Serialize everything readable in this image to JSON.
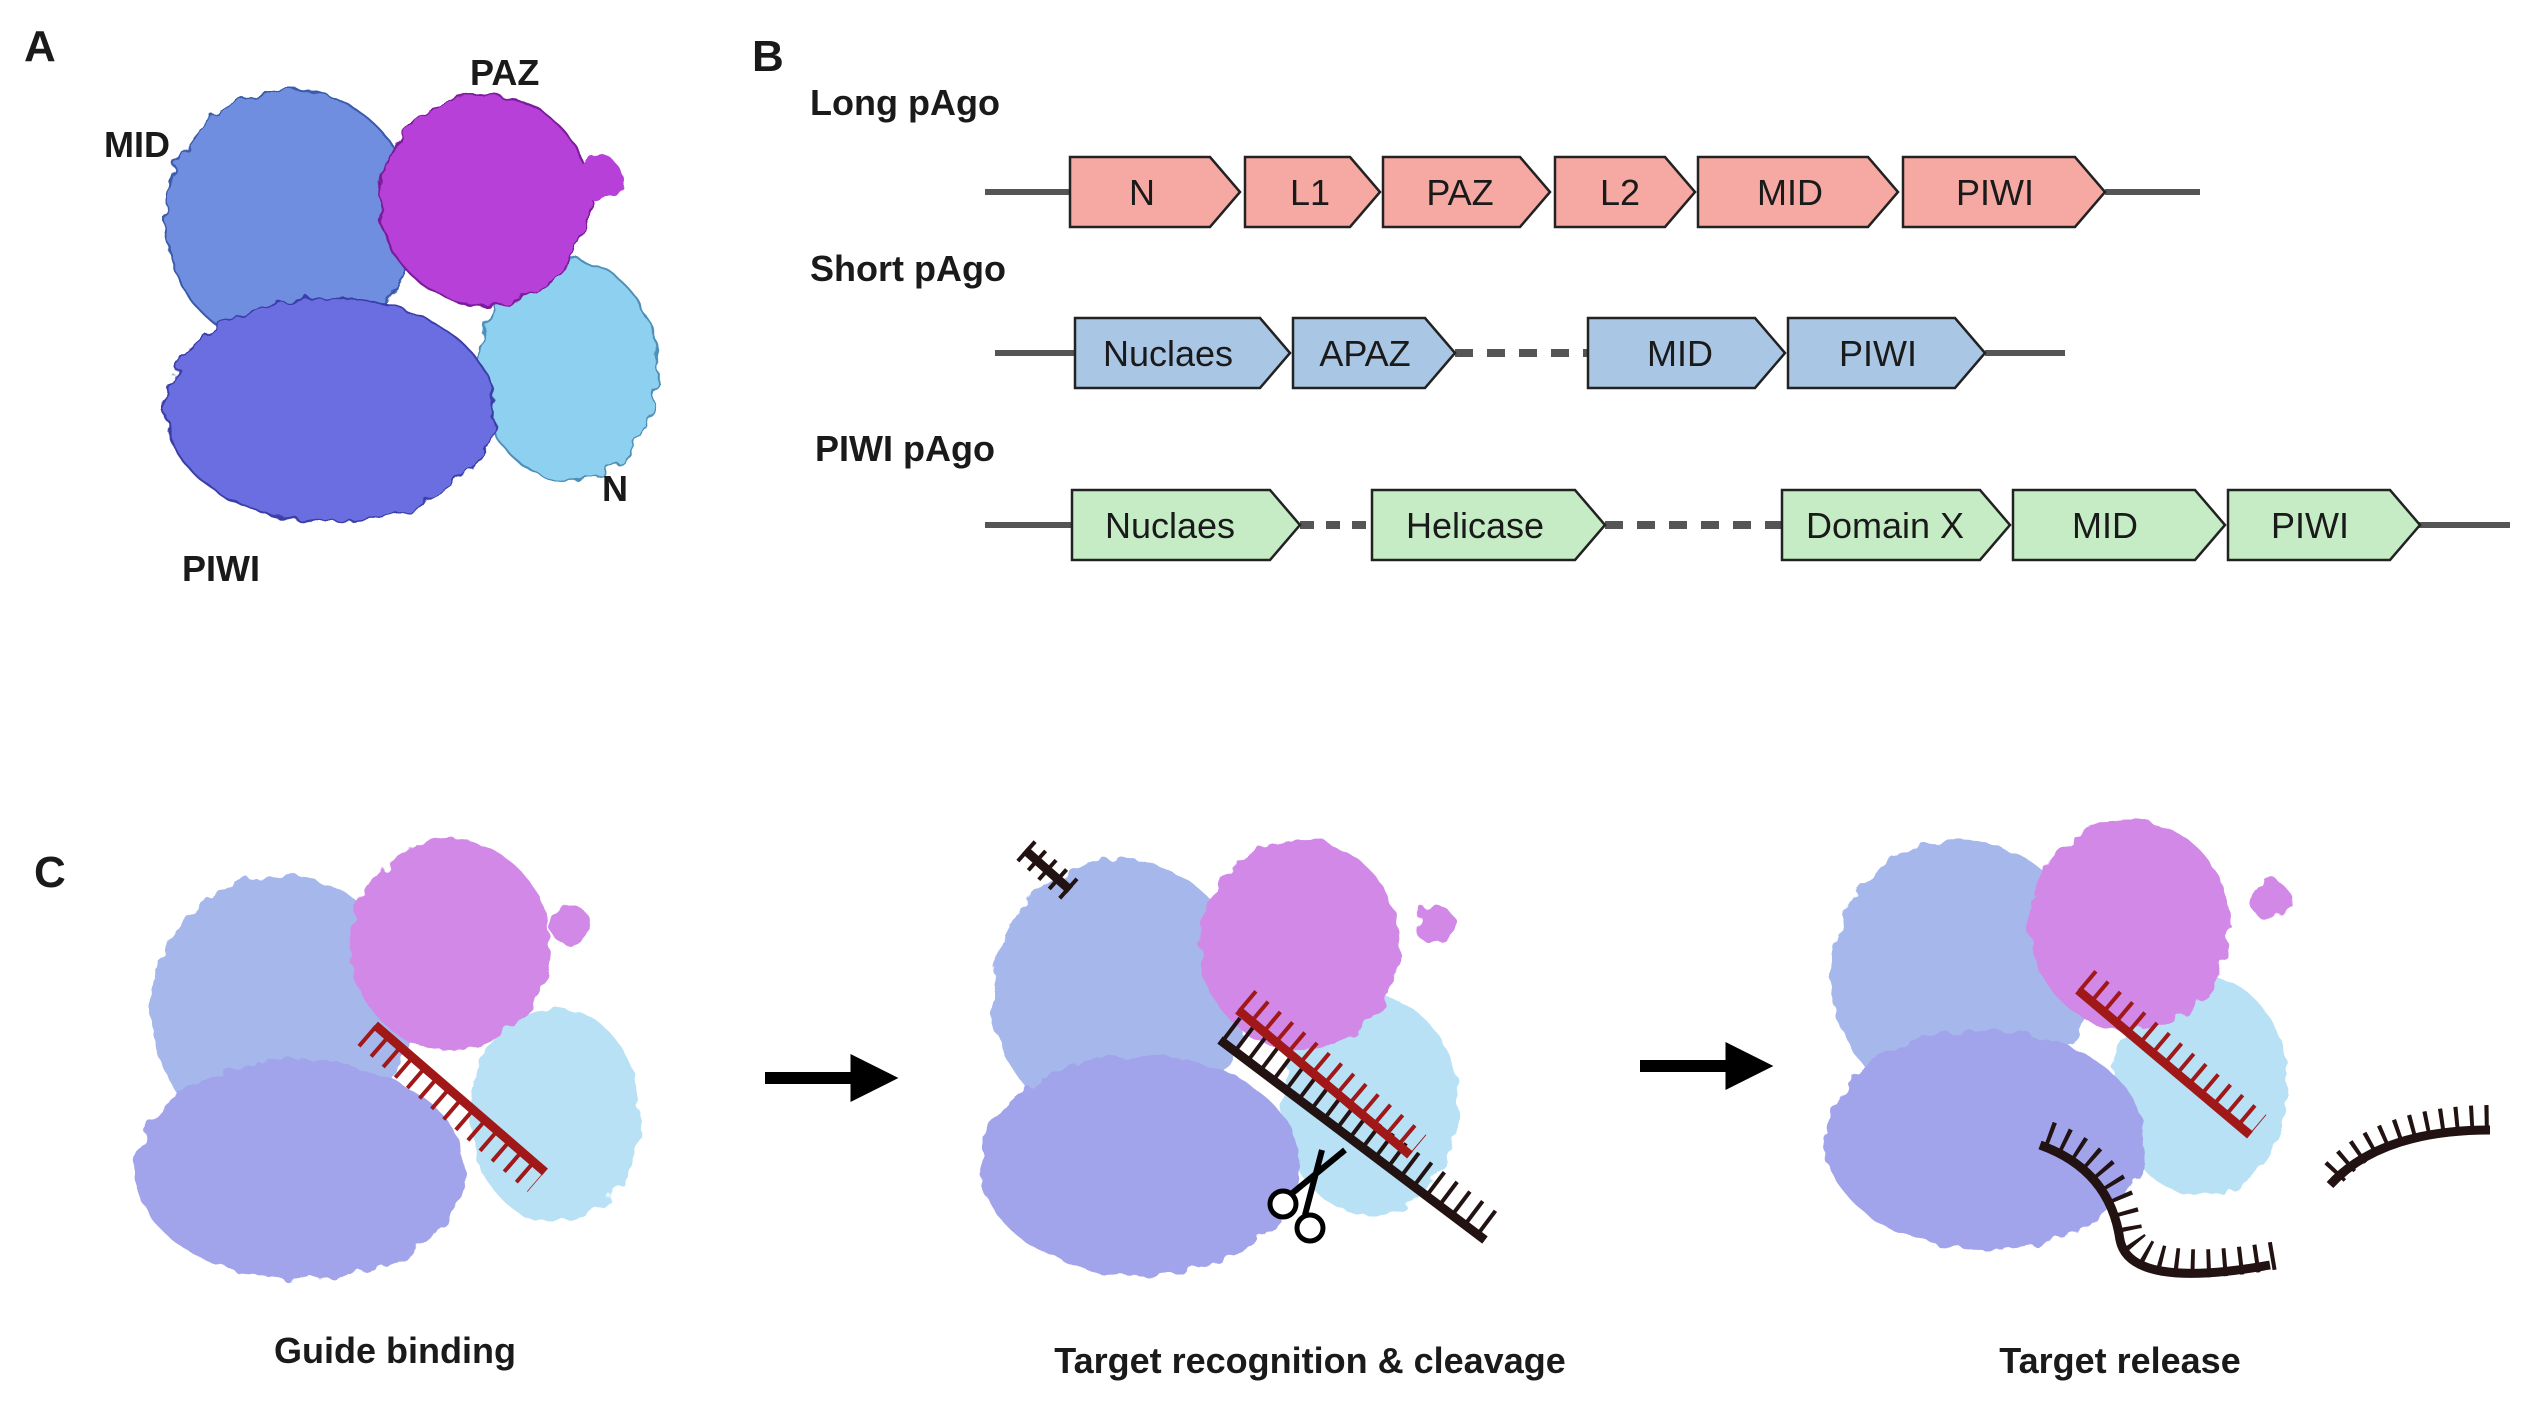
{
  "panels": {
    "a": "A",
    "b": "B",
    "c": "C"
  },
  "structure_labels": {
    "paz": "PAZ",
    "mid": "MID",
    "n": "N",
    "piwi": "PIWI"
  },
  "colors": {
    "mid": "#6f8ee0",
    "paz": "#b640d8",
    "n": "#8ed0ef",
    "piwi": "#6a6ee0",
    "long_domain": "#f6a9a3",
    "short_domain": "#a9c6e4",
    "piwi_domain": "#c6ecc6",
    "guide": "#a01818",
    "target": "#221212"
  },
  "architectures": [
    {
      "name": "Long pAgo",
      "domains": [
        "N",
        "L1",
        "PAZ",
        "L2",
        "MID",
        "PIWI"
      ]
    },
    {
      "name": "Short pAgo",
      "domains": [
        "Nuclaes",
        "APAZ",
        "MID",
        "PIWI"
      ]
    },
    {
      "name": "PIWI pAgo",
      "domains": [
        "Nuclaes",
        "Helicase",
        "Domain X",
        "MID",
        "PIWI"
      ]
    }
  ],
  "steps": [
    "Guide binding",
    "Target recognition & cleavage",
    "Target release"
  ],
  "icons": {
    "arrow": "arrow-right-icon",
    "scissors": "scissors-icon"
  }
}
